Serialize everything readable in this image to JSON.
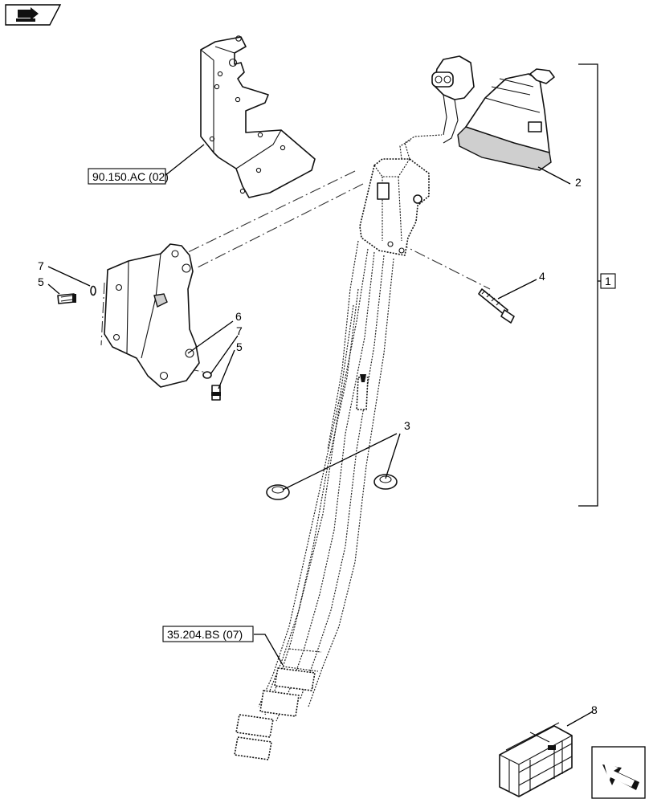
{
  "references": {
    "frame": "90.150.AC (02)",
    "hoses": "35.204.BS (07)"
  },
  "callouts": {
    "c1": "1",
    "c2": "2",
    "c3": "3",
    "c4": "4",
    "c5a": "5",
    "c5b": "5",
    "c6": "6",
    "c7a": "7",
    "c7b": "7",
    "c8": "8"
  },
  "icons": {
    "top_left": "manual-arrow-icon",
    "bottom_right": "next-page-arrow-icon"
  }
}
